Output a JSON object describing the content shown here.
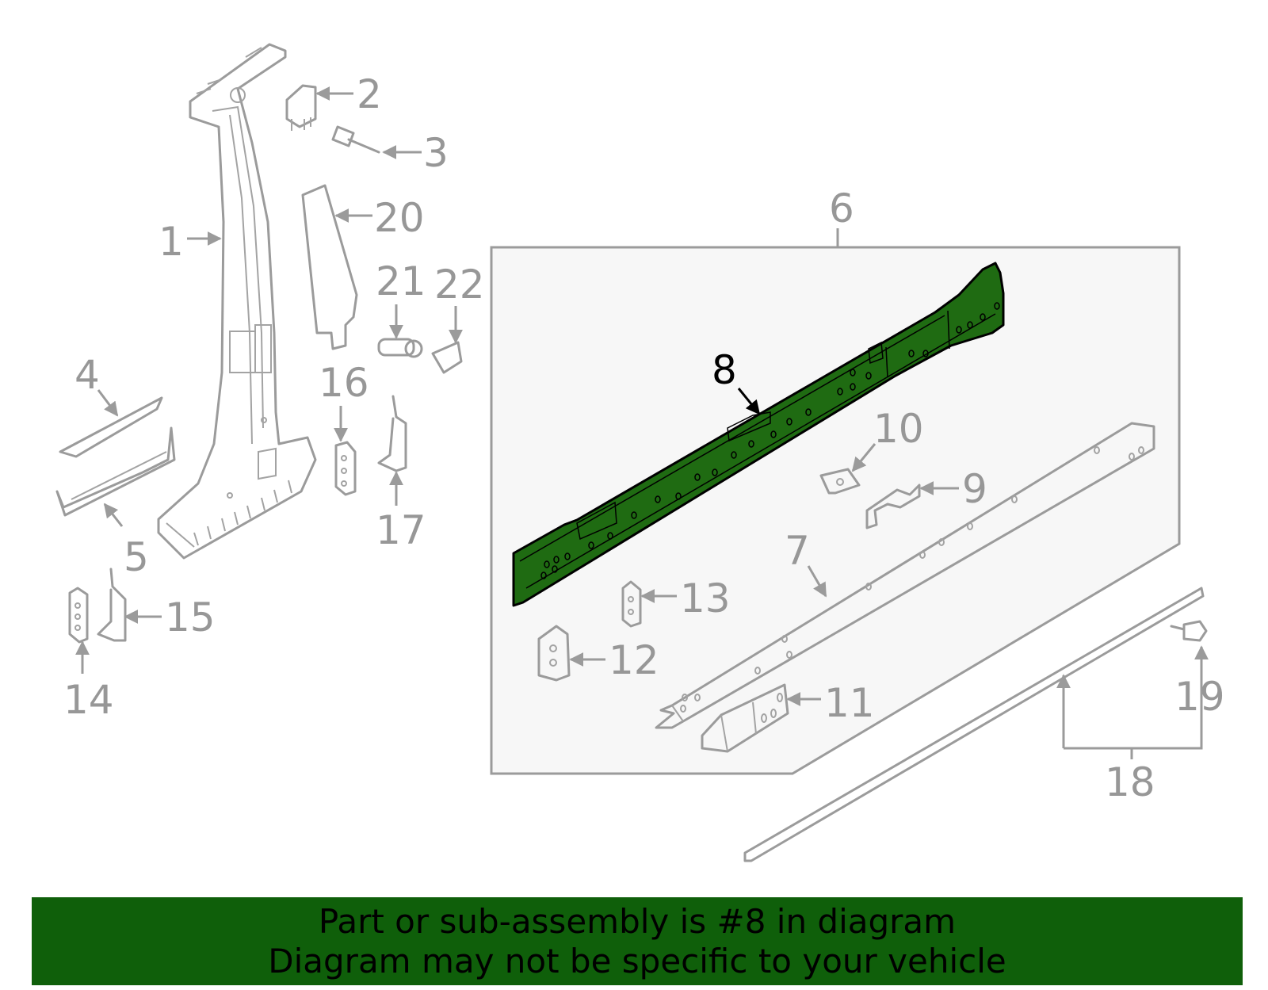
{
  "highlight_color": "#1f6b12",
  "banner": {
    "background": "#0f5f0a",
    "line1": "Part or sub-assembly is #8 in diagram",
    "line2": "Diagram may not be specific to your vehicle"
  },
  "highlighted_part": "8",
  "callouts": {
    "c1": "1",
    "c2": "2",
    "c3": "3",
    "c4": "4",
    "c5": "5",
    "c6": "6",
    "c7": "7",
    "c8": "8",
    "c9": "9",
    "c10": "10",
    "c11": "11",
    "c12": "12",
    "c13": "13",
    "c14": "14",
    "c15": "15",
    "c16": "16",
    "c17": "17",
    "c18": "18",
    "c19": "19",
    "c20": "20",
    "c21": "21",
    "c22": "22"
  }
}
